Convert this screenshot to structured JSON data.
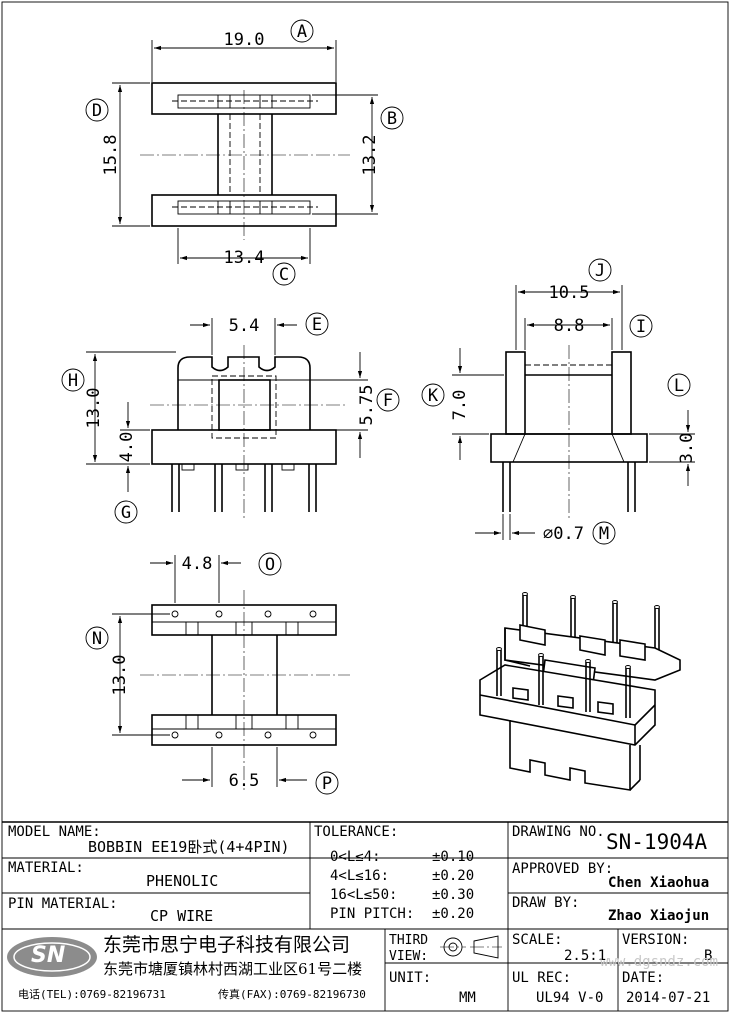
{
  "dimensions": {
    "a": {
      "letter": "A",
      "value": "19.0"
    },
    "b": {
      "letter": "B",
      "value": "13.2"
    },
    "c": {
      "letter": "C",
      "value": "13.4"
    },
    "d": {
      "letter": "D",
      "value": "15.8"
    },
    "e": {
      "letter": "E",
      "value": "5.4"
    },
    "f": {
      "letter": "F",
      "value": "5.75"
    },
    "g": {
      "letter": "G",
      "value": "4.0"
    },
    "h": {
      "letter": "H",
      "value": "13.0"
    },
    "i": {
      "letter": "I",
      "value": "8.8"
    },
    "j": {
      "letter": "J",
      "value": "10.5"
    },
    "k": {
      "letter": "K",
      "value": "7.0"
    },
    "l": {
      "letter": "L",
      "value": "3.0"
    },
    "m": {
      "letter": "M",
      "value": "⌀0.7"
    },
    "n": {
      "letter": "N",
      "value": "13.0"
    },
    "o": {
      "letter": "O",
      "value": "4.8"
    },
    "p": {
      "letter": "P",
      "value": "6.5"
    }
  },
  "title_block": {
    "model_name_label": "MODEL NAME:",
    "model_name": "BOBBIN EE19卧式(4+4PIN)",
    "material_label": "MATERIAL:",
    "material": "PHENOLIC",
    "pin_material_label": "PIN MATERIAL:",
    "pin_material": "CP WIRE",
    "tolerance_label": "TOLERANCE:",
    "tolerances": [
      {
        "range": "0<L≤4:",
        "value": "±0.10"
      },
      {
        "range": "4<L≤16:",
        "value": "±0.20"
      },
      {
        "range": "16<L≤50:",
        "value": "±0.30"
      },
      {
        "range": "PIN PITCH:",
        "value": "±0.20"
      }
    ],
    "drawing_no_label": "DRAWING NO.",
    "drawing_no": "SN-1904A",
    "approved_by_label": "APPROVED BY:",
    "approved_by": "Chen Xiaohua",
    "draw_by_label": "DRAW BY:",
    "draw_by": "Zhao Xiaojun",
    "logo_text": "SN",
    "company_name": "东莞市思宁电子科技有限公司",
    "company_address": "东莞市塘厦镇林村西湖工业区61号二楼",
    "tel": "电话(TEL):0769-82196731",
    "fax": "传真(FAX):0769-82196730",
    "third_view_label": "THIRD VIEW:",
    "unit_label": "UNIT:",
    "unit": "MM",
    "scale_label": "SCALE:",
    "scale": "2.5:1",
    "version_label": "VERSION:",
    "version": "B",
    "ul_rec_label": "UL REC:",
    "ul_rec": "UL94 V-0",
    "date_label": "DATE:",
    "date": "2014-07-21",
    "watermark": "www.dgsndz.com"
  }
}
